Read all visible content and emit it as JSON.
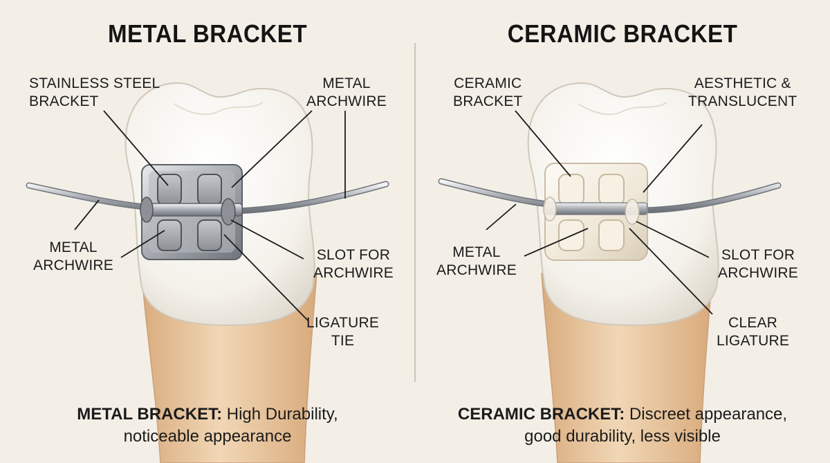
{
  "left": {
    "title": "METAL BRACKET",
    "labels": {
      "bracket": [
        "STAINLESS STEEL",
        "BRACKET"
      ],
      "archwire_top": [
        "METAL",
        "ARCHWIRE"
      ],
      "archwire_side": [
        "METAL",
        "ARCHWIRE"
      ],
      "slot": [
        "SLOT FOR",
        "ARCHWIRE"
      ],
      "ligature": [
        "LIGATURE",
        "TIE"
      ]
    },
    "caption": {
      "bold": "METAL BRACKET:",
      "line1": "High Durability,",
      "line2": "noticeable appearance"
    }
  },
  "right": {
    "title": "CERAMIC BRACKET",
    "labels": {
      "bracket": [
        "CERAMIC",
        "BRACKET"
      ],
      "aesthetic": [
        "AESTHETIC &",
        "TRANSLUCENT"
      ],
      "archwire_side": [
        "METAL",
        "ARCHWIRE"
      ],
      "slot": [
        "SLOT FOR",
        "ARCHWIRE"
      ],
      "ligature": [
        "CLEAR",
        "LIGATURE"
      ]
    },
    "caption": {
      "bold": "CERAMIC BRACKET:",
      "line1": "Discreet appearance,",
      "line2": "good durability, less visible"
    }
  },
  "colors": {
    "background": "#f3efe7",
    "enamel": "#faf8f3",
    "root": "#e9c9a2",
    "metal": "#b9bcc1",
    "ceramic": "#f1eadb"
  }
}
